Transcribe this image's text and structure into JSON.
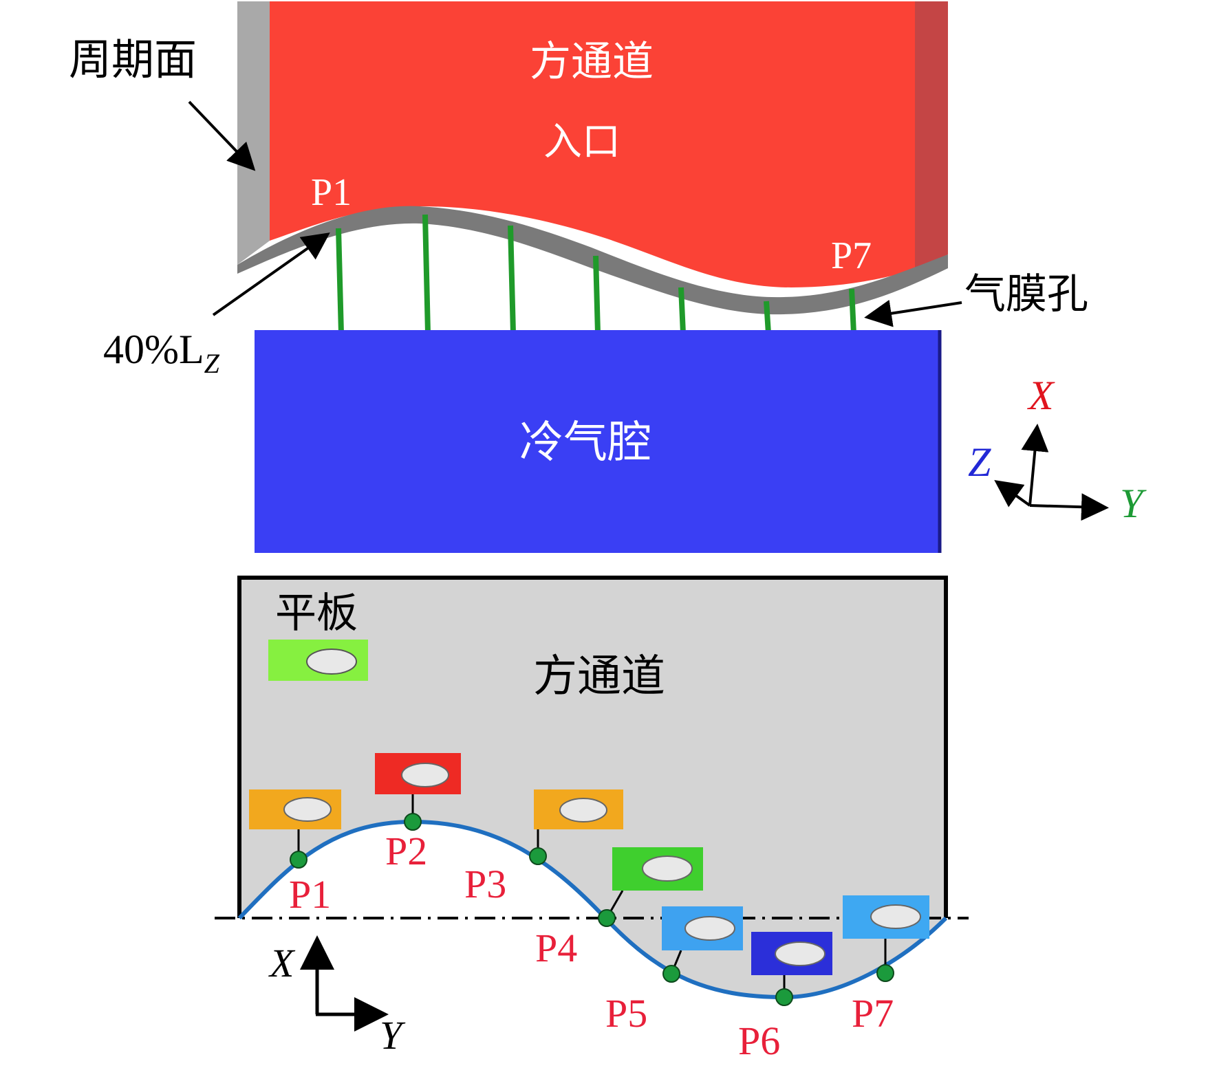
{
  "top_view": {
    "periodic_face_label": "周期面",
    "main_channel_label": "方通道",
    "inlet_label": "入口",
    "hole_first_label": "P1",
    "hole_last_label": "P7",
    "film_hole_label": "气膜孔",
    "span_position_label_main": "40%L",
    "span_position_label_sub": "Z",
    "plenum_label": "冷气腔",
    "axes": {
      "x": "X",
      "y": "Y",
      "z": "Z"
    }
  },
  "bottom_view": {
    "flat_plate_label": "平板",
    "channel_label": "方通道",
    "points": [
      {
        "label": "P1",
        "hole_color": "#f2a81e"
      },
      {
        "label": "P2",
        "hole_color": "#ee2a24"
      },
      {
        "label": "P3",
        "hole_color": "#f2a81e"
      },
      {
        "label": "P4",
        "hole_color": "#3fcf2e"
      },
      {
        "label": "P5",
        "hole_color": "#3ea2f0"
      },
      {
        "label": "P6",
        "hole_color": "#2b2fd9"
      },
      {
        "label": "P7",
        "hole_color": "#3ea8f2"
      }
    ],
    "flat_plate_color": "#86f040",
    "axes": {
      "x": "X",
      "y": "Y"
    }
  },
  "colors": {
    "channel_red": "#fb4236",
    "plenum_blue": "#3a3ff4",
    "hole_green": "#1a8c28",
    "wave_blue": "#1f6fc0",
    "point_green": "#1b9a3c",
    "label_red": "#e8203a",
    "axis_x": "#e0141e",
    "axis_y": "#1d9a35",
    "axis_z": "#2228d6"
  }
}
